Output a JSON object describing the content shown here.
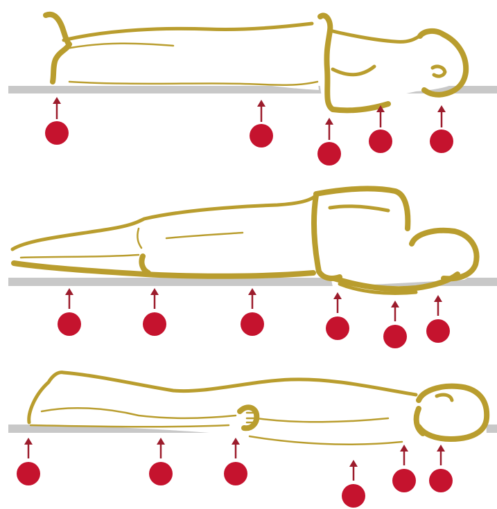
{
  "figure": {
    "colors": {
      "outline": "#b99d2e",
      "surface": "#c8c8c8",
      "pressure_point": "#c5132e",
      "arrow": "#9c1c2c",
      "background": "#ffffff"
    },
    "panels": [
      {
        "name": "prone",
        "pressure_point_count": 5
      },
      {
        "name": "side-lying",
        "pressure_point_count": 6
      },
      {
        "name": "supine",
        "pressure_point_count": 6
      }
    ]
  }
}
